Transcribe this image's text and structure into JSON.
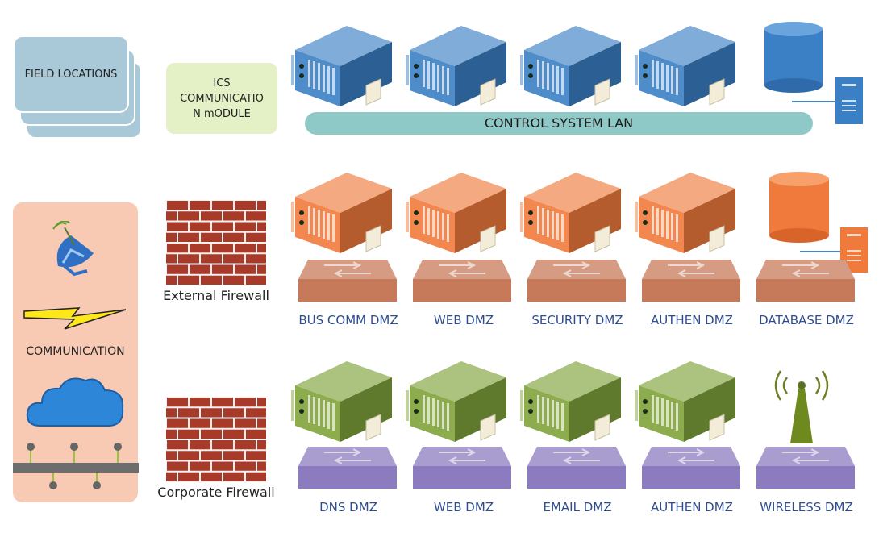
{
  "field_locations": {
    "label": "FIELD LOCATIONS"
  },
  "ics_module": {
    "label_lines": [
      "ICS",
      "COMMUNICATIO",
      "N mODULE"
    ]
  },
  "control_lan": {
    "label": "CONTROL SYSTEM LAN"
  },
  "communication": {
    "label": "COMMUNICATION"
  },
  "firewalls": {
    "external": "External Firewall",
    "corporate": "Corporate Firewall"
  },
  "dmz_row_1": [
    "BUS COMM DMZ",
    "WEB DMZ",
    "SECURITY DMZ",
    "AUTHEN DMZ",
    "DATABASE DMZ"
  ],
  "dmz_row_2": [
    "DNS DMZ",
    "WEB DMZ",
    "EMAIL DMZ",
    "AUTHEN DMZ",
    "WIRELESS DMZ"
  ],
  "colors": {
    "blue_server": "#3b7fc4",
    "orange_server": "#f07a3c",
    "green_server": "#7fa33a",
    "switch_brown": "#c77a5a",
    "switch_purple": "#8c7bbf",
    "label_blue": "#2e4d8f"
  }
}
